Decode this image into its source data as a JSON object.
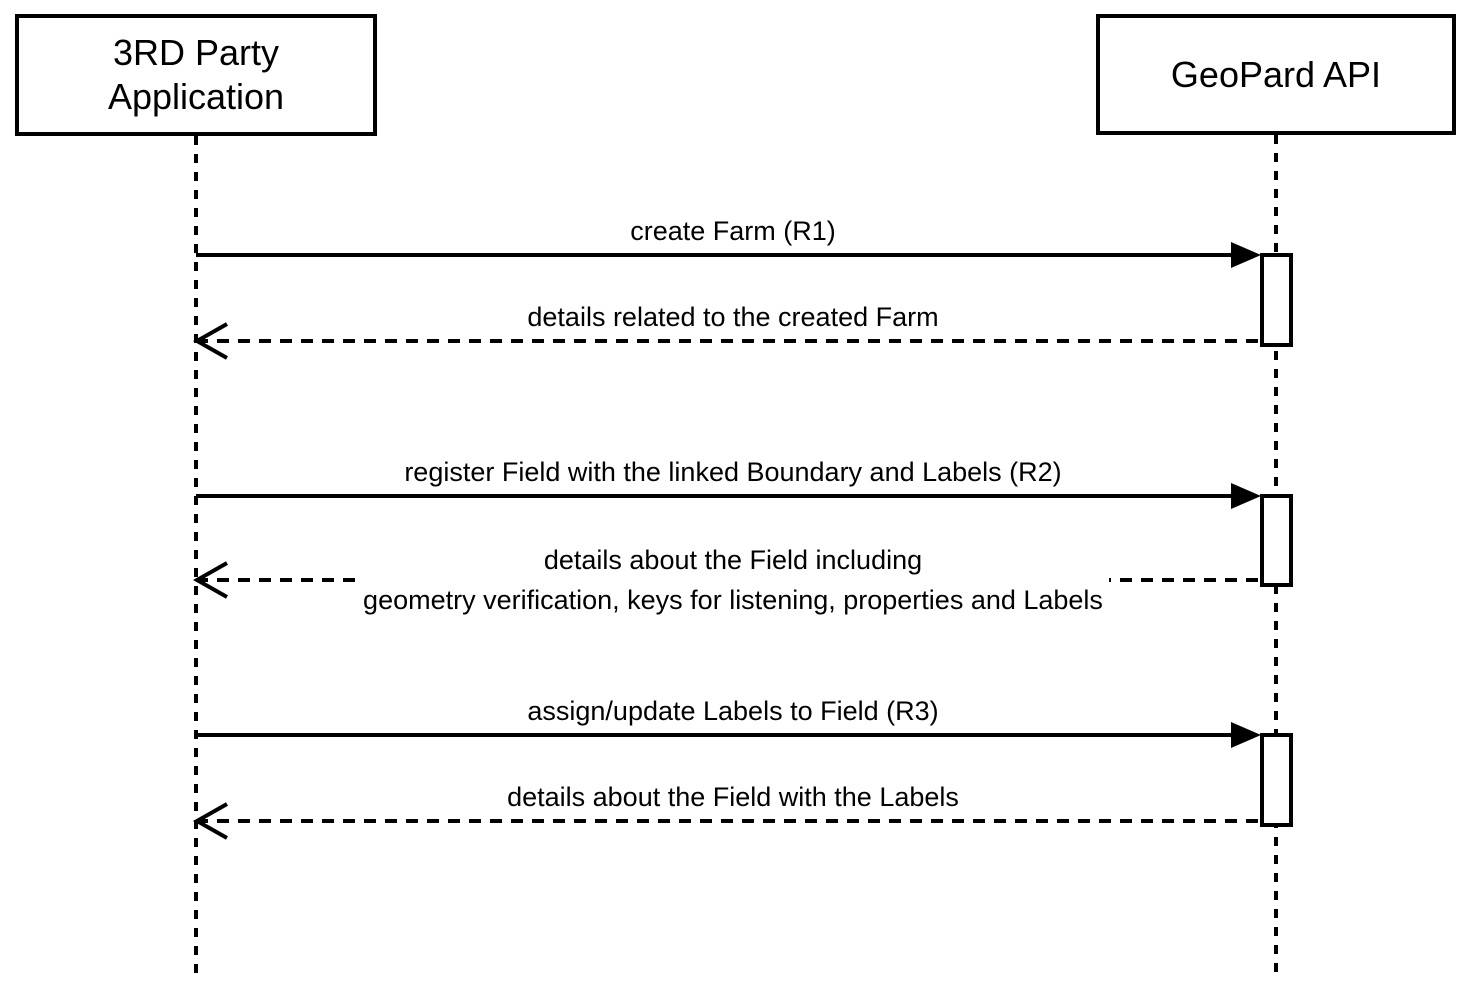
{
  "diagram_type": "uml-sequence-diagram",
  "colors": {
    "line": "#000000",
    "background": "#ffffff"
  },
  "actors": [
    {
      "id": "third-party-application",
      "name_line1": "3RD Party",
      "name_line2": "Application"
    },
    {
      "id": "geopard-api",
      "name": "GeoPard API"
    }
  ],
  "messages": [
    {
      "type": "request",
      "from": "3RD Party Application",
      "to": "GeoPard API",
      "label": "create Farm (R1)"
    },
    {
      "type": "response",
      "from": "GeoPard API",
      "to": "3RD Party Application",
      "label": "details related to the created Farm"
    },
    {
      "type": "request",
      "from": "3RD Party Application",
      "to": "GeoPard API",
      "label": "register Field with the linked Boundary and Labels (R2)"
    },
    {
      "type": "response",
      "from": "GeoPard API",
      "to": "3RD Party Application",
      "label_line1": "details about the Field including",
      "label_line2": "geometry verification, keys for listening, properties and Labels"
    },
    {
      "type": "request",
      "from": "3RD Party Application",
      "to": "GeoPard API",
      "label": "assign/update Labels to Field (R3)"
    },
    {
      "type": "response",
      "from": "GeoPard API",
      "to": "3RD Party Application",
      "label": "details about the Field with the Labels"
    }
  ]
}
